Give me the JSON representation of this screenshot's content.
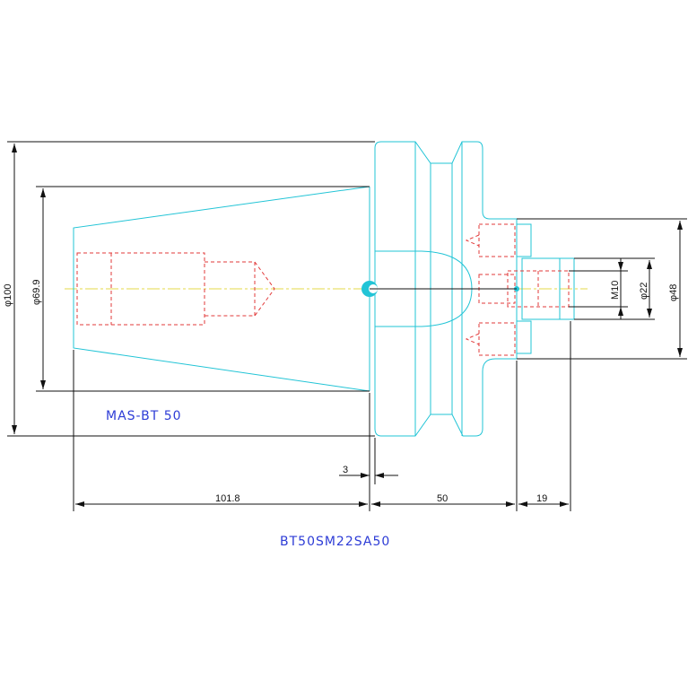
{
  "labels": {
    "holder_type": "MAS-BT 50",
    "part_number": "BT50SM22SA50"
  },
  "dimensions": {
    "flange_dia": "φ100",
    "taper_dia": "φ69.9",
    "taper_length": "101.8",
    "flange_gap": "3",
    "body_length": "50",
    "nose_length": "19",
    "thread": "M10",
    "pilot_dia": "φ22",
    "bolt_circle_dia": "φ48"
  },
  "colors": {
    "outline": "#22c4d6",
    "hidden": "#e23a3a",
    "centerline": "#e6d84a",
    "dimension": "#111111",
    "label": "#2d3cd6"
  }
}
